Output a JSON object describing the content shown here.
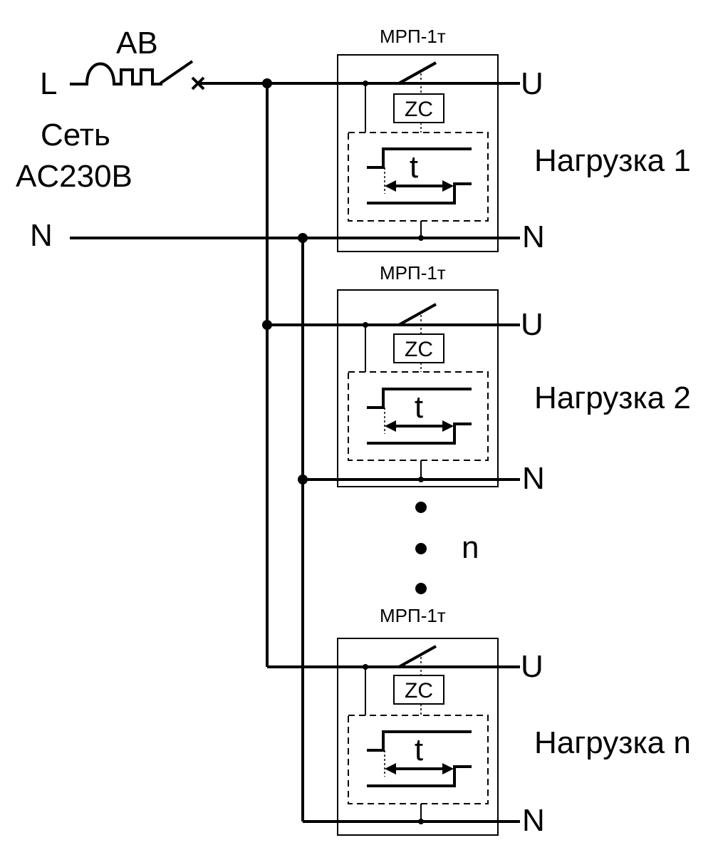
{
  "source": {
    "line_label": "L",
    "neutral_label": "N",
    "breaker_label": "AB",
    "network_label_line1": "Сеть",
    "network_label_line2": "AC230B"
  },
  "relay_model": "МРП-1т",
  "zc_label": "ZC",
  "timer_label": "t",
  "output_u_label": "U",
  "output_n_label": "N",
  "loads": [
    "Нагрузка 1",
    "Нагрузка 2",
    "Нагрузка n"
  ],
  "ellipsis_label": "n"
}
